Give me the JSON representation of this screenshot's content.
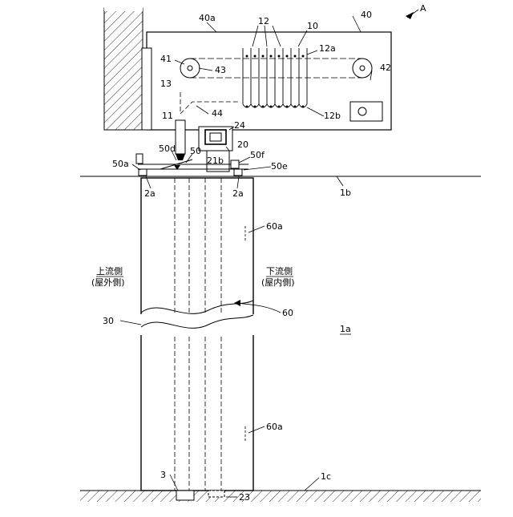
{
  "figure": {
    "labels": {
      "A": "A",
      "n40": "40",
      "n40a": "40a",
      "n12": "12",
      "n10": "10",
      "n12a": "12a",
      "n41": "41",
      "n43": "43",
      "n42": "42",
      "n13": "13",
      "n44": "44",
      "n12b": "12b",
      "n11": "11",
      "n24": "24",
      "n20": "20",
      "n50d": "50d",
      "n50": "50",
      "n21b": "21b",
      "n50f": "50f",
      "n50a": "50a",
      "n50e": "50e",
      "n2a_left": "2a",
      "n2a_right": "2a",
      "n1b": "1b",
      "n60a_top": "60a",
      "n60a_bottom": "60a",
      "n60": "60",
      "n30": "30",
      "n1a": "1a",
      "n3": "3",
      "n1c": "1c",
      "n23": "23"
    },
    "upstream": {
      "line1": "上流側",
      "line2": "(屋外側)"
    },
    "downstream": {
      "line1": "下流側",
      "line2": "(屋内側)"
    }
  }
}
